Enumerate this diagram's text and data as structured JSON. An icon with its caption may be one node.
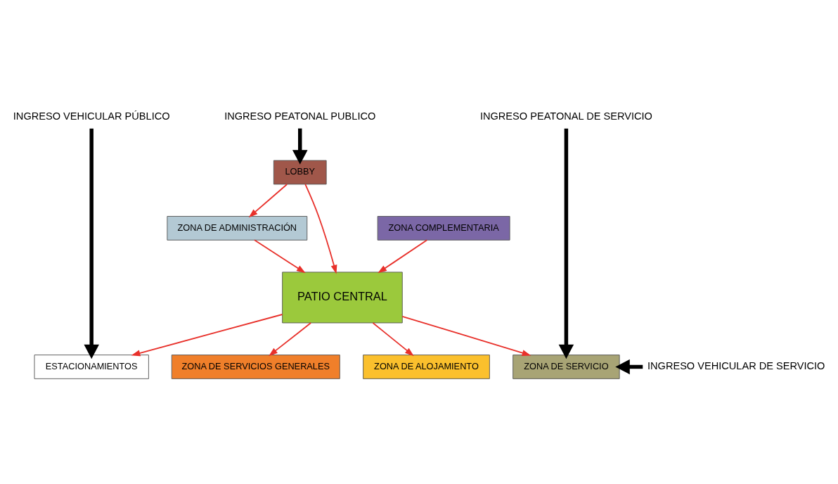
{
  "diagram": {
    "nodes": [
      {
        "text": [
          "INGRESO PEATONAL PUBLICO"
        ]
      },
      {
        "text": [
          "LOBBY"
        ]
      },
      {
        "text": [
          "ZONA DE ADMINISTRACIÓN"
        ]
      },
      {
        "text": [
          "INGRESO PEATONAL DE SERVICIO"
        ]
      },
      {
        "text": [
          "INGRESO VEHICULAR PÚBLICO"
        ]
      },
      {
        "text": [
          "ESTACIONAMIENTOS"
        ]
      },
      {
        "text": [
          "ZONA DE ALOJAMIENTO"
        ]
      },
      {
        "text": [
          "PATIO CENTRAL"
        ]
      },
      {
        "text": [
          "ZONA DE SERVICIO"
        ]
      },
      {
        "text": [
          "ZONA DE SERVICIOS GENERALES"
        ]
      },
      {
        "text": [
          "ZONA COMPLEMENTARIA"
        ]
      },
      {
        "text": [
          "INGRESO VEHICULAR DE SERVICIO"
        ]
      }
    ],
    "edges": [
      {
        "from": 0,
        "to": 1,
        "arrow": "to",
        "style": "thick",
        "color": "#000000"
      },
      {
        "from": 1,
        "to": 2,
        "arrow": "to"
      },
      {
        "from": 1,
        "to": 7,
        "arrow": "to"
      },
      {
        "from": 2,
        "to": 7,
        "arrow": "to"
      },
      {
        "from": 3,
        "to": 8,
        "arrow": "to",
        "style": "thick",
        "color": "#000000"
      },
      {
        "from": 4,
        "to": 5,
        "arrow": "to",
        "style": "thick",
        "color": "#000000"
      },
      {
        "from": 7,
        "to": 5,
        "arrow": "to"
      },
      {
        "from": 7,
        "to": 6,
        "arrow": "to"
      },
      {
        "from": 7,
        "to": 8,
        "arrow": "to"
      },
      {
        "from": 7,
        "to": 9,
        "arrow": "to"
      },
      {
        "from": 10,
        "to": 7,
        "arrow": "to"
      },
      {
        "from": 11,
        "to": 8,
        "arrow": "to",
        "style": "thick",
        "color": "#000000"
      }
    ]
  }
}
